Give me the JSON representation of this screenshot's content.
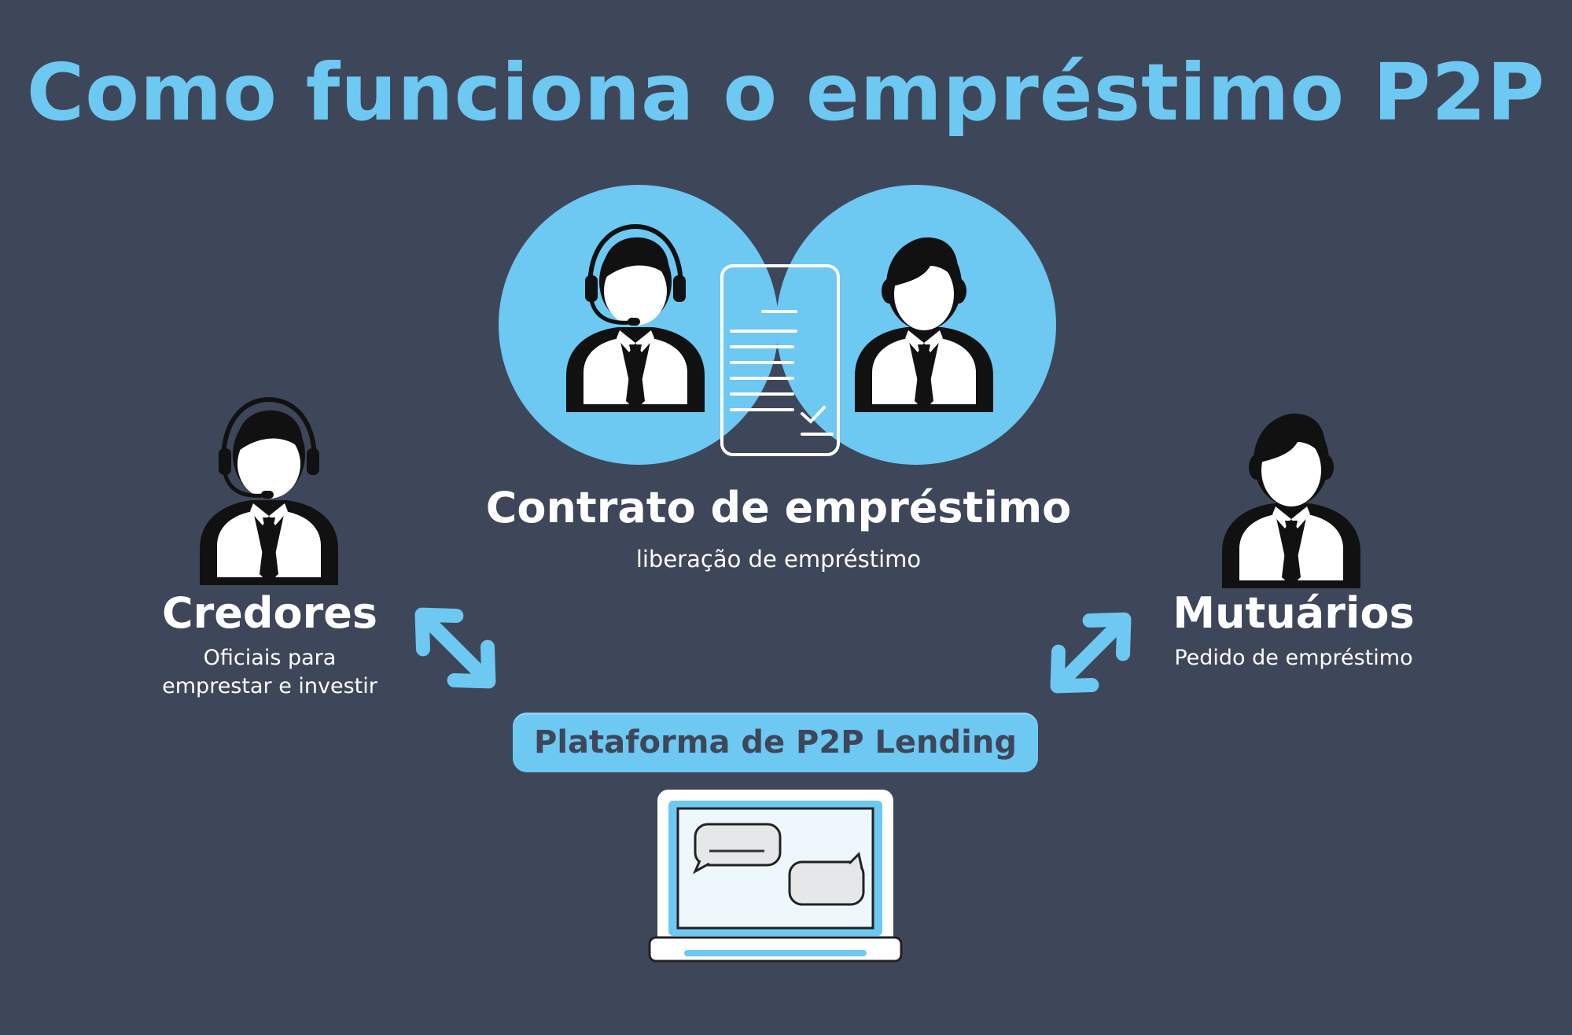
{
  "title": "Como funciona o empréstimo P2P",
  "contract": {
    "title": "Contrato de empréstimo",
    "subtitle": "liberação de empréstimo"
  },
  "lenders": {
    "title": "Credores",
    "subtitle_line1": "Oficiais para",
    "subtitle_line2": "emprestar e investir"
  },
  "borrowers": {
    "title": "Mutuários",
    "subtitle": "Pedido de empréstimo"
  },
  "platform": {
    "label": "Plataforma de P2P Lending"
  },
  "colors": {
    "background": "#3e4659",
    "accent": "#6dc8f2",
    "text": "#ffffff",
    "figure": "#111111"
  },
  "icons": [
    "headset-person-icon",
    "businessman-icon",
    "contract-phone-icon",
    "double-arrow-icon",
    "laptop-chat-icon"
  ]
}
